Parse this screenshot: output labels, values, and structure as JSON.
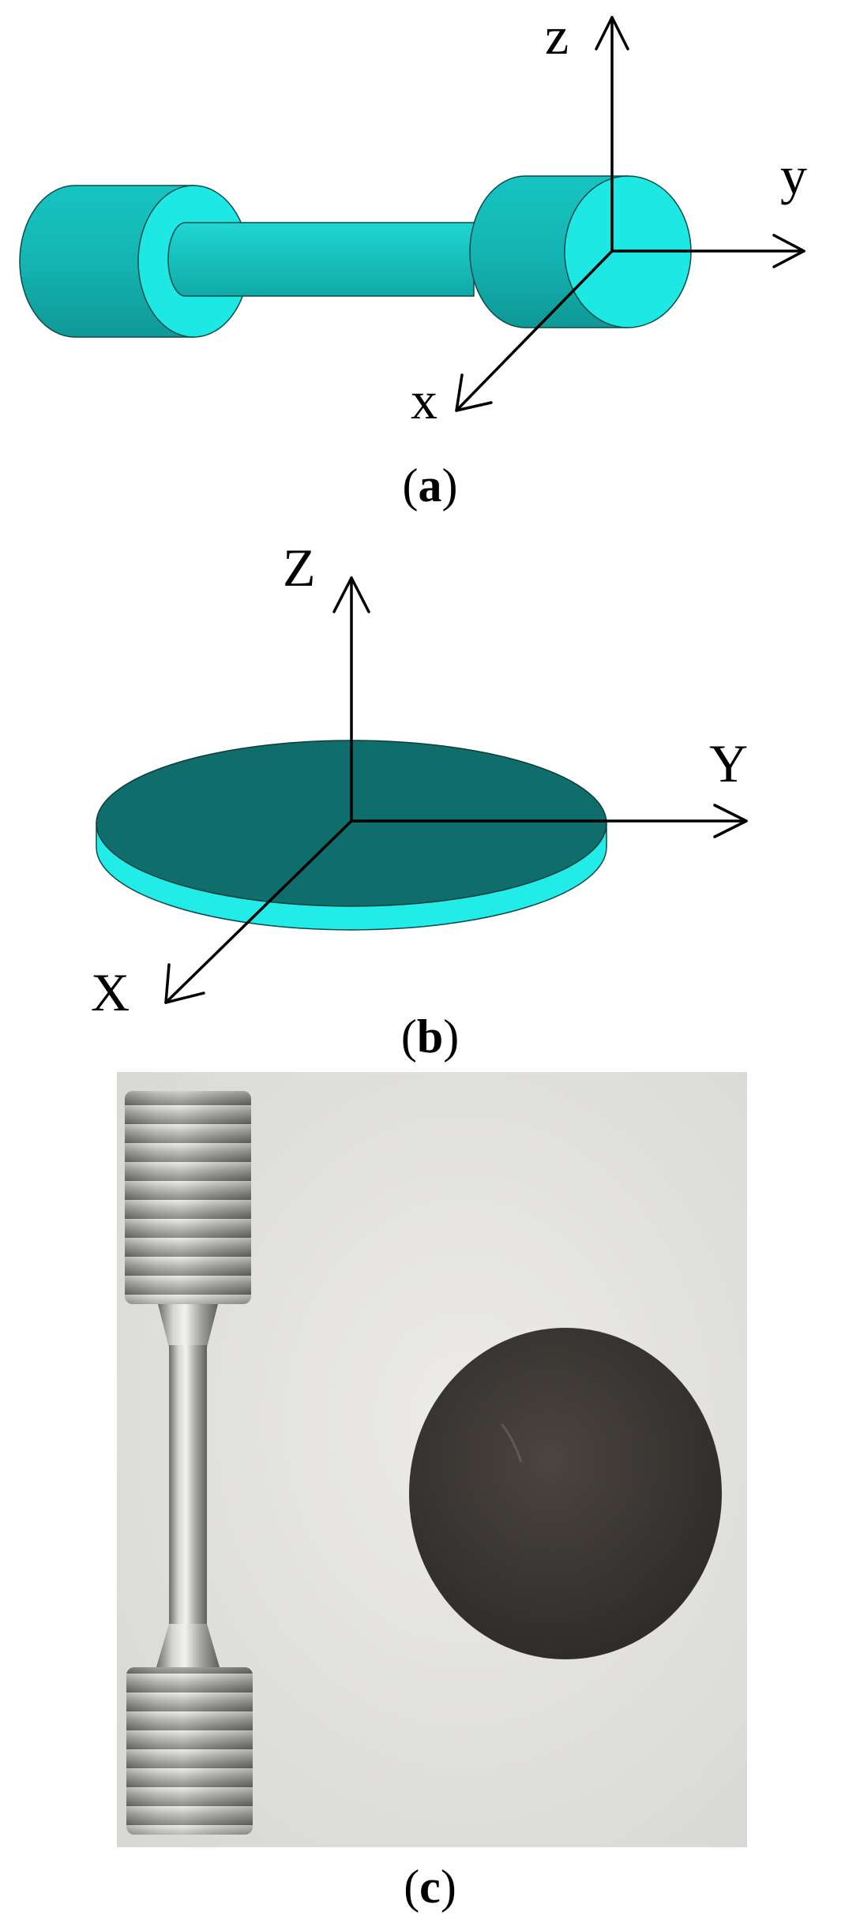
{
  "panel_a": {
    "axes": {
      "z": "z",
      "y": "y",
      "x": "x"
    },
    "caption_letter": "a"
  },
  "panel_b": {
    "axes": {
      "z": "Z",
      "y": "Y",
      "x": "X"
    },
    "caption_letter": "b"
  },
  "panel_c": {
    "caption_letter": "c"
  },
  "colors": {
    "cyan_face": "#1ee8e4",
    "cyan_side": "#15b2b0",
    "disc_top": "#0f6e6c",
    "disc_edge": "#2ef2ee",
    "photo_bg": "#e5e5e2",
    "steel": "#c8c8c6",
    "disc_photo": "#3e3a36"
  }
}
